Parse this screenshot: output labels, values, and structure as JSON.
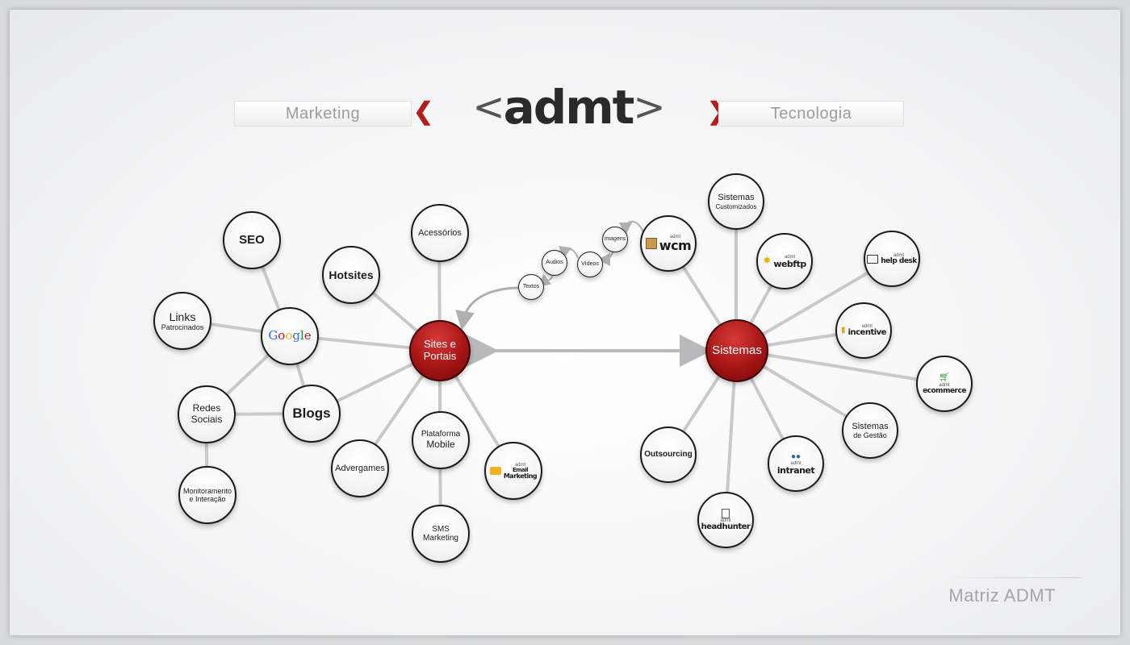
{
  "header": {
    "left_banner": "Marketing",
    "right_banner": "Tecnologia",
    "logo_text": "admt",
    "logo_open": "<",
    "logo_close": ">",
    "chevron_left": "❮",
    "chevron_right": "❯"
  },
  "footer": {
    "title": "Matriz ADMT"
  },
  "hubs": {
    "sites": [
      "Sites e",
      "Portais"
    ],
    "sistemas": "Sistemas"
  },
  "marketing_nodes": {
    "seo": "SEO",
    "links": [
      "Links",
      "Patrocinados"
    ],
    "google": "Google",
    "redes": [
      "Redes",
      "Sociais"
    ],
    "blogs": "Blogs",
    "monitoramento": [
      "Monitoramento",
      "e Interação"
    ],
    "hotsites": "Hotsites",
    "acessorios": "Acessórios",
    "advergames": "Advergames",
    "mobile": [
      "Plataforma",
      "Mobile"
    ],
    "sms": [
      "SMS",
      "Marketing"
    ],
    "email": {
      "tiny": "admt",
      "line1": "Email",
      "line2": "Marketing"
    }
  },
  "content_nodes": {
    "imagens": "imagens",
    "videos": "Vídeos",
    "audios": "Audios",
    "textos": "Textos"
  },
  "tech_nodes": {
    "wcm": {
      "tiny": "admt",
      "name": "wcm"
    },
    "customizados": [
      "Sistemas",
      "Customizados"
    ],
    "webftp": {
      "tiny": "admt",
      "name": "webftp"
    },
    "helpdesk": {
      "tiny": "admt",
      "name": "help desk"
    },
    "incentive": {
      "tiny": "admt",
      "name": "incentive"
    },
    "ecommerce": {
      "tiny": "admt",
      "name": "ecommerce"
    },
    "gestao": [
      "Sistemas",
      "de Gestão"
    ],
    "intranet": {
      "tiny": "admt",
      "name": "intranet"
    },
    "headhunter": {
      "tiny": "admt",
      "name": "headhunter"
    },
    "outsourcing": "Outsourcing"
  },
  "colors": {
    "hub_red": "#a51414",
    "google_blue": "#3369e8",
    "google_red": "#d50f25",
    "google_yellow": "#eeb211",
    "google_green": "#009925",
    "link_gray": "#c9c9cb"
  }
}
